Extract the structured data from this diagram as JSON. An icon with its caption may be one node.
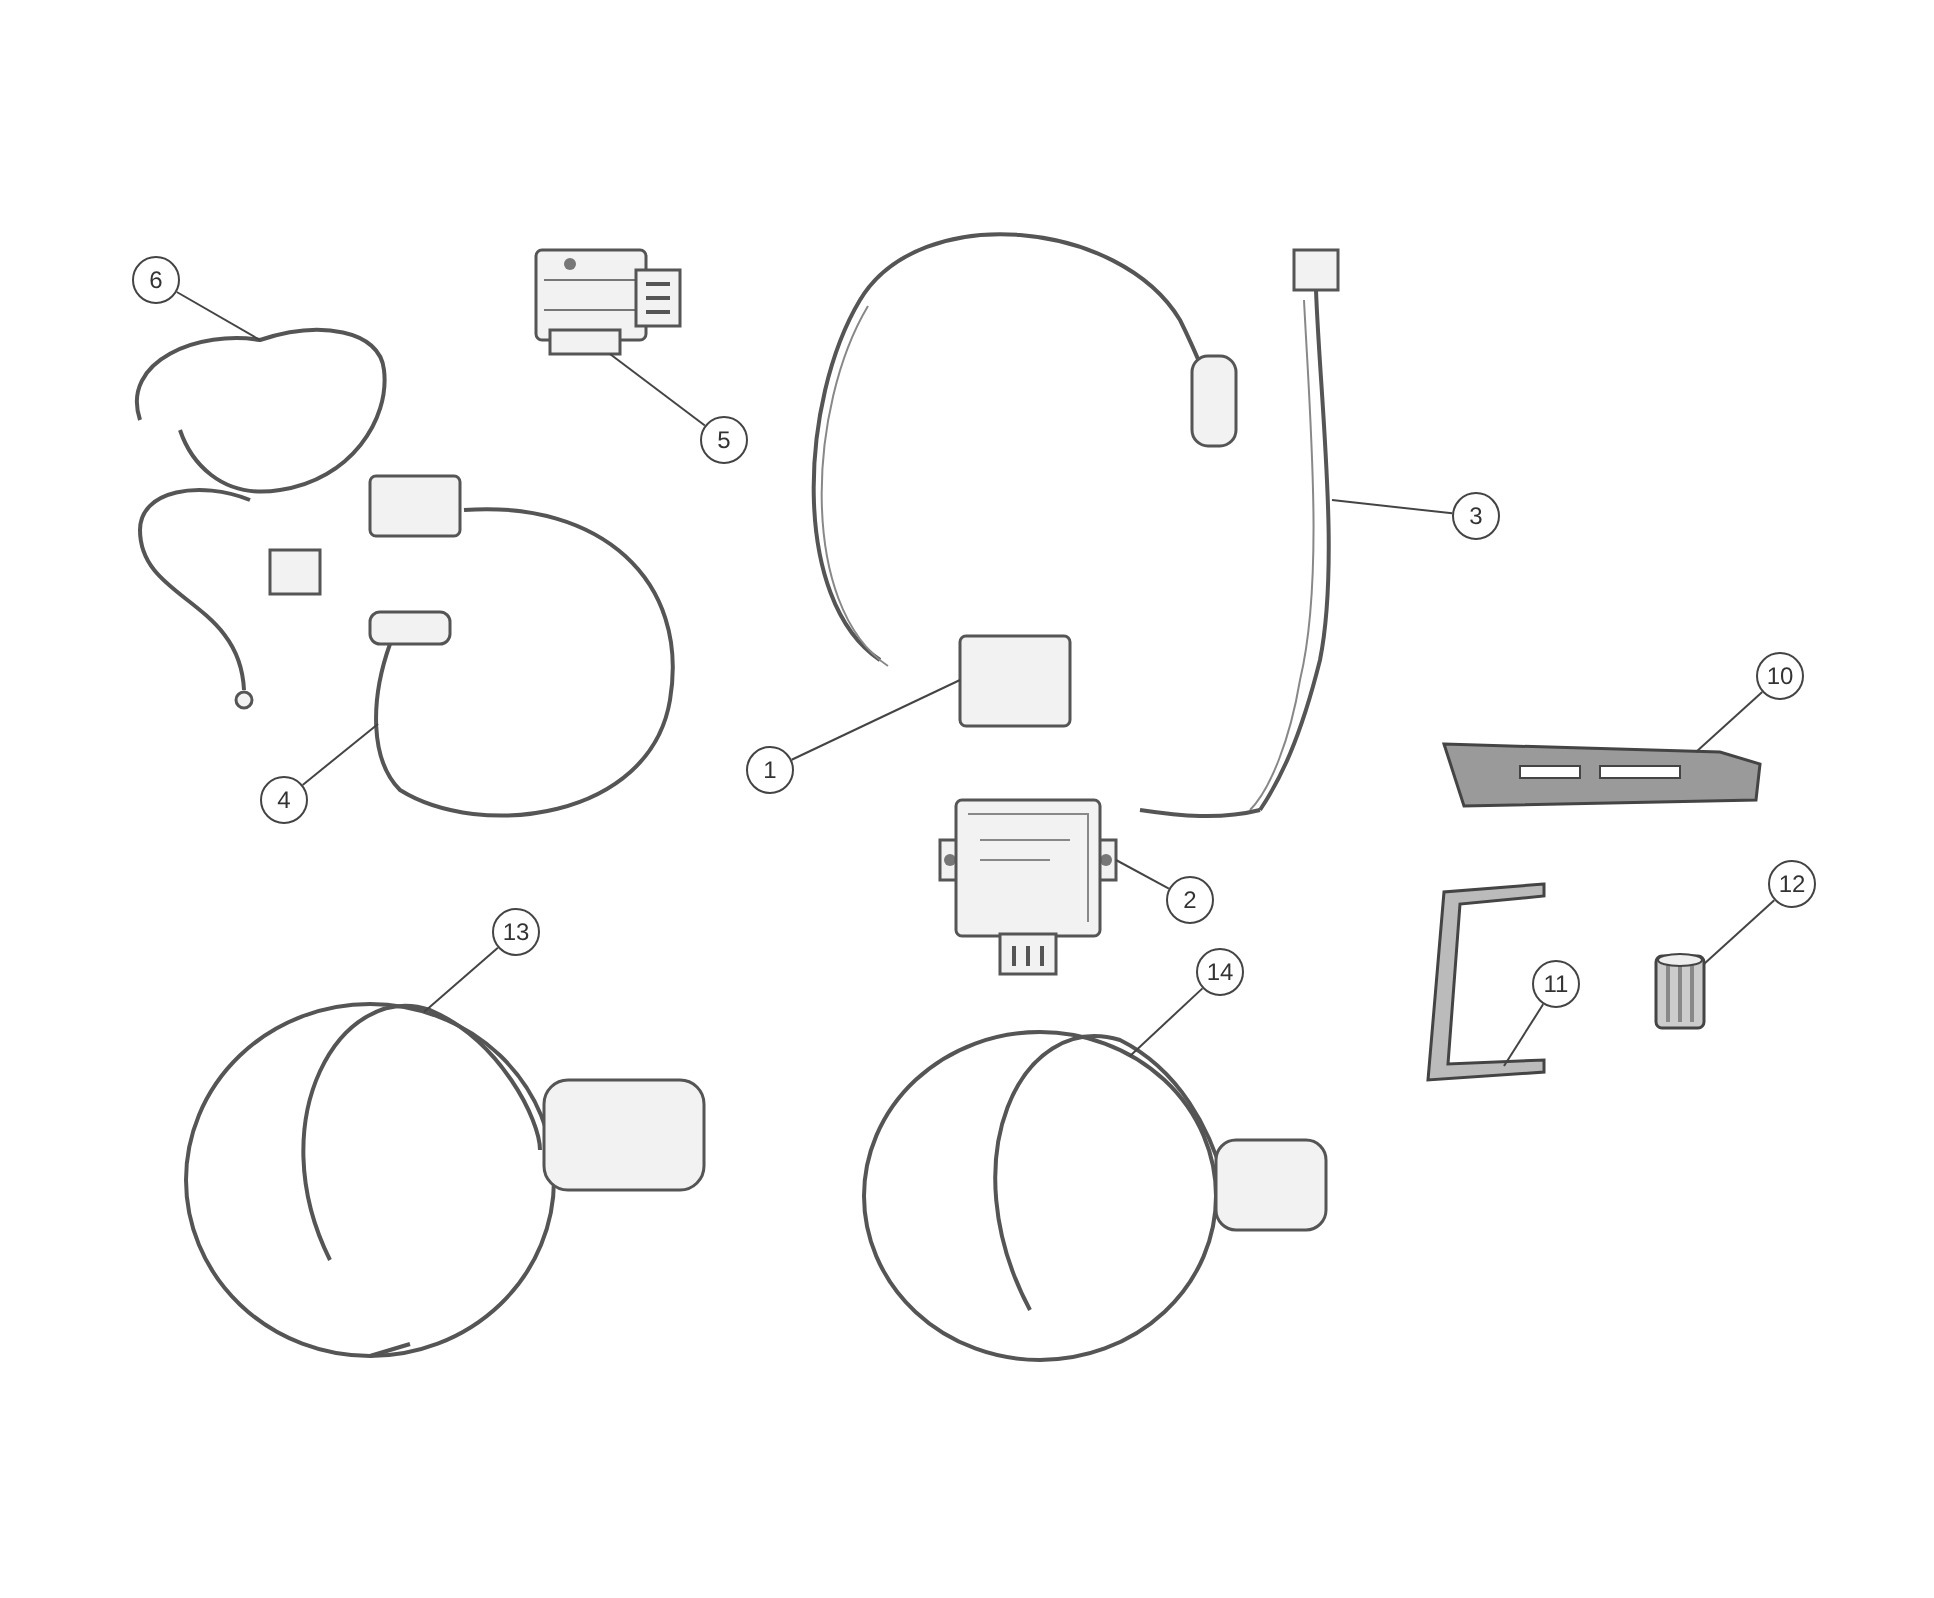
{
  "diagram": {
    "nodes": [
      {
        "text": [
          "6"
        ]
      },
      {
        "text": [
          "5"
        ]
      },
      {
        "text": [
          "3"
        ]
      },
      {
        "text": [
          "2"
        ]
      },
      {
        "text": [
          "10"
        ]
      },
      {
        "text": [
          "1"
        ]
      },
      {
        "text": [
          "4"
        ]
      },
      {
        "text": [
          "12"
        ]
      },
      {
        "text": [
          "13"
        ]
      },
      {
        "text": [
          "14"
        ]
      },
      {
        "text": [
          "11"
        ]
      },
      {
        "text": [],
        "shape": "picture"
      },
      {
        "text": [],
        "shape": "picture"
      },
      {
        "text": [],
        "shape": "picture"
      },
      {
        "text": [],
        "shape": "picture"
      },
      {
        "text": [],
        "shape": "picture"
      },
      {
        "text": [],
        "shape": "picture"
      },
      {
        "text": [],
        "shape": "picture"
      },
      {
        "text": [],
        "shape": "picture"
      },
      {
        "text": [],
        "shape": "picture"
      },
      {
        "text": [],
        "shape": "picture"
      },
      {
        "text": [],
        "shape": "picture"
      }
    ],
    "edges": [
      {
        "from": 0,
        "to": 14,
        "arrow": "none"
      },
      {
        "from": 1,
        "to": 12,
        "arrow": "none"
      },
      {
        "from": 2,
        "to": 13,
        "arrow": "none"
      },
      {
        "from": 3,
        "to": 15,
        "arrow": "none"
      },
      {
        "from": 4,
        "to": 17,
        "arrow": "none"
      },
      {
        "from": 5,
        "to": 11,
        "arrow": "none"
      },
      {
        "from": 6,
        "to": 16,
        "arrow": "none"
      },
      {
        "from": 7,
        "to": 19,
        "arrow": "none"
      },
      {
        "from": 8,
        "to": 20,
        "arrow": "none"
      },
      {
        "from": 9,
        "to": 21,
        "arrow": "none"
      },
      {
        "from": 10,
        "to": 18,
        "arrow": "none"
      }
    ]
  }
}
